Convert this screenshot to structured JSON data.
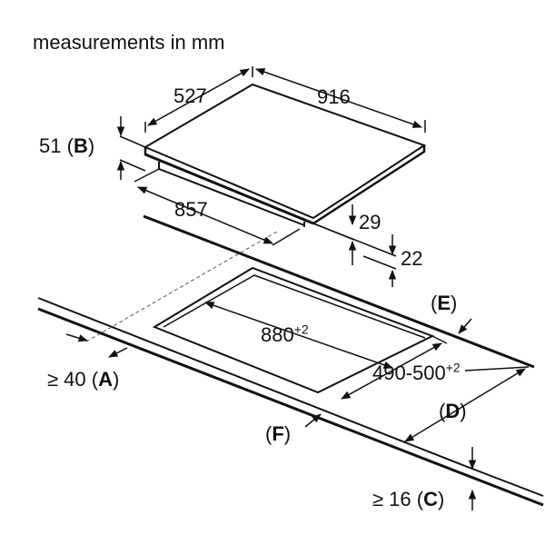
{
  "title": "measurements in mm",
  "hob_dimensions": {
    "width": "527",
    "depth": "916",
    "height_label": "51",
    "height_letter": "B",
    "underside_depth": "857",
    "step_a": "29",
    "step_b": "22"
  },
  "cutout": {
    "depth_value": "880",
    "depth_tolerance": "+2",
    "width_value": "490-500",
    "width_tolerance": "+2"
  },
  "clearances": {
    "a_prefix": "≥ 40",
    "a_letter": "A",
    "c_prefix": "≥ 16",
    "c_letter": "C",
    "d_letter": "D",
    "e_letter": "E",
    "f_letter": "F"
  }
}
